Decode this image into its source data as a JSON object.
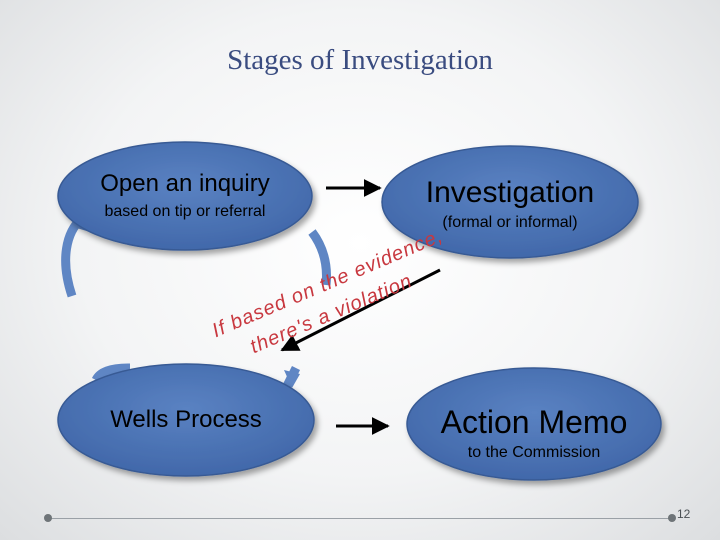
{
  "slide": {
    "title": "Stages of Investigation",
    "page_number": "12"
  },
  "nodes": {
    "open_inquiry": {
      "label": "Open an inquiry",
      "sublabel": "based on tip or referral"
    },
    "investigation": {
      "label": "Investigation",
      "sublabel": "(formal or informal)"
    },
    "wells_process": {
      "label": "Wells Process"
    },
    "action_memo": {
      "label": "Action Memo",
      "sublabel": "to the Commission"
    }
  },
  "annotation": {
    "line1": "If based on the evidence,",
    "line2": "there's a violation"
  },
  "colors": {
    "node_fill": "#4a72b2",
    "node_border": "#375a94",
    "title": "#3a4c80",
    "annotation": "#c8383f",
    "curved_arrow": "#5f86c4"
  }
}
